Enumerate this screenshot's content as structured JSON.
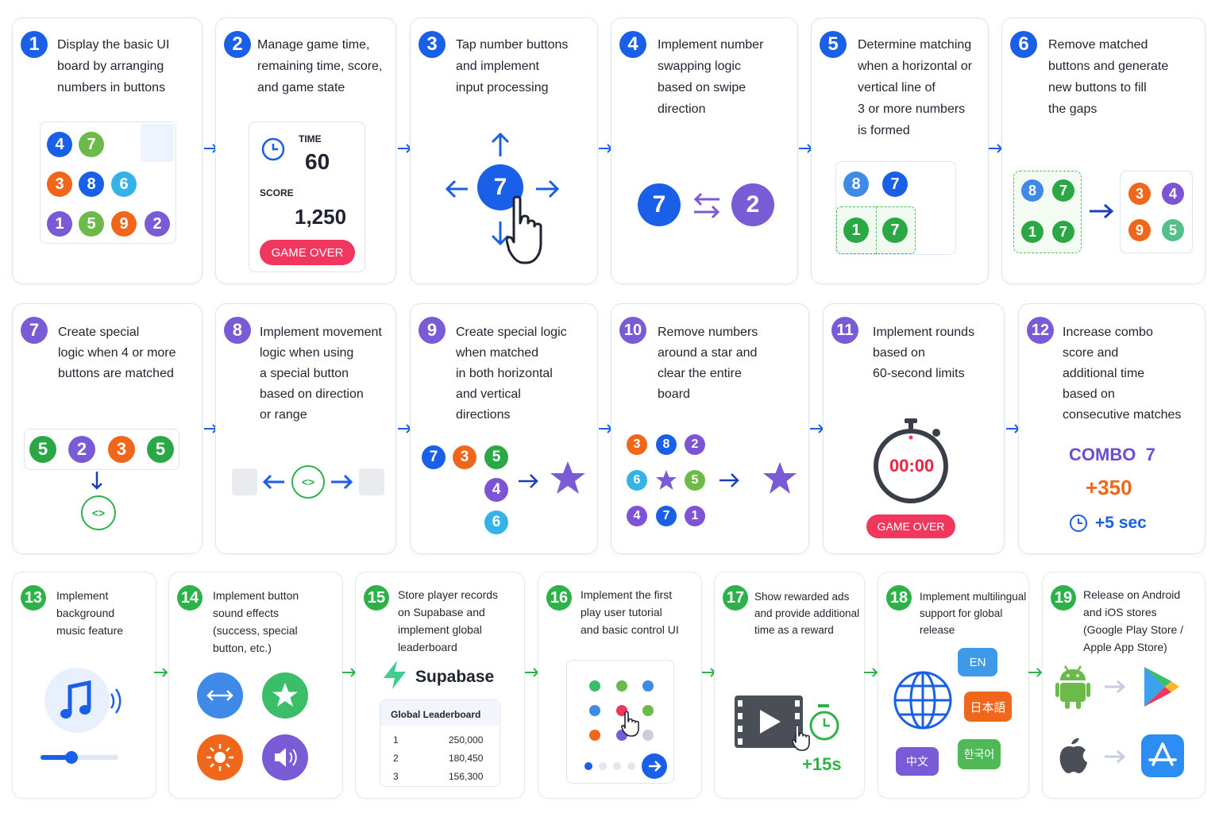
{
  "steps": [
    {
      "n": "1",
      "title": "Display the basic UI\nboard by arranging\nnumbers in buttons"
    },
    {
      "n": "2",
      "title": "Manage game time,\nremaining time, score,\nand game state"
    },
    {
      "n": "3",
      "title": "Tap number buttons\nand implement\ninput processing"
    },
    {
      "n": "4",
      "title": "Implement number\nswapping logic\nbased on swipe\ndirection"
    },
    {
      "n": "5",
      "title": "Determine matching\nwhen a horizontal or\nvertical line of\n3 or more numbers\nis formed"
    },
    {
      "n": "6",
      "title": "Remove matched\nbuttons and generate\nnew buttons to fill\nthe gaps"
    },
    {
      "n": "7",
      "title": "Create special\nlogic when 4 or more\nbuttons are matched"
    },
    {
      "n": "8",
      "title": "Implement movement\nlogic when using\na special button\nbased on direction\nor range"
    },
    {
      "n": "9",
      "title": "Create special logic\nwhen matched\nin both horizontal\nand vertical\ndirections"
    },
    {
      "n": "10",
      "title": "Remove numbers\naround a star and\nclear the entire\nboard"
    },
    {
      "n": "11",
      "title": "Implement rounds\nbased on\n60-second limits"
    },
    {
      "n": "12",
      "title": "Increase combo\nscore and\nadditional time\nbased on\nconsecutive matches"
    },
    {
      "n": "13",
      "title": "Implement\nbackground\nmusic feature"
    },
    {
      "n": "14",
      "title": "Implement button\nsound effects\n(success, special\nbutton, etc.)"
    },
    {
      "n": "15",
      "title": "Store player records\non Supabase and\nimplement global\nleaderboard"
    },
    {
      "n": "16",
      "title": "Implement the first\nplay user tutorial\nand basic control UI"
    },
    {
      "n": "17",
      "title": "Show rewarded ads\nand provide additional\ntime as a reward"
    },
    {
      "n": "18",
      "title": "Implement multilingual\nsupport for global\nrelease"
    },
    {
      "n": "19",
      "title": "Release on Android\nand iOS stores\n(Google Play Store /\nApple App Store)"
    }
  ],
  "board1": [
    "4",
    "7",
    "3",
    "8",
    "6",
    "1",
    "5",
    "9",
    "2"
  ],
  "game": {
    "time_label": "TIME",
    "time_value": "60",
    "score_label": "SCORE",
    "score_value": "1,250",
    "game_over": "GAME OVER"
  },
  "tap_number": "7",
  "swap": [
    "7",
    "2"
  ],
  "match5": [
    "8",
    "7",
    "1",
    "7"
  ],
  "refill": {
    "before": [
      "8",
      "7",
      "1",
      "7"
    ],
    "after": [
      "3",
      "4",
      "9",
      "5"
    ]
  },
  "four_match": [
    "5",
    "2",
    "3",
    "5"
  ],
  "special_icon": "<>",
  "cross": [
    "7",
    "3",
    "5",
    "4",
    "6"
  ],
  "star_grid": [
    "3",
    "8",
    "2",
    "6",
    "5",
    "4",
    "7",
    "1"
  ],
  "round": {
    "timer": "00:00",
    "game_over": "GAME OVER"
  },
  "combo": {
    "label": "COMBO",
    "value": "7",
    "score": "+350",
    "time": "+5 sec"
  },
  "supabase": {
    "name": "Supabase",
    "board_title": "Global Leaderboard",
    "rows": [
      [
        "1",
        "250,000"
      ],
      [
        "2",
        "180,450"
      ],
      [
        "3",
        "156,300"
      ]
    ]
  },
  "reward": "+15s",
  "langs": {
    "en": "EN",
    "ja": "日本語",
    "zh": "中文",
    "ko": "한국어"
  },
  "colors": {
    "blue": "#1a5fe8",
    "purple": "#7a5bd6",
    "green": "#2fb14a",
    "red": "#f2375e",
    "orange": "#f0661a"
  }
}
